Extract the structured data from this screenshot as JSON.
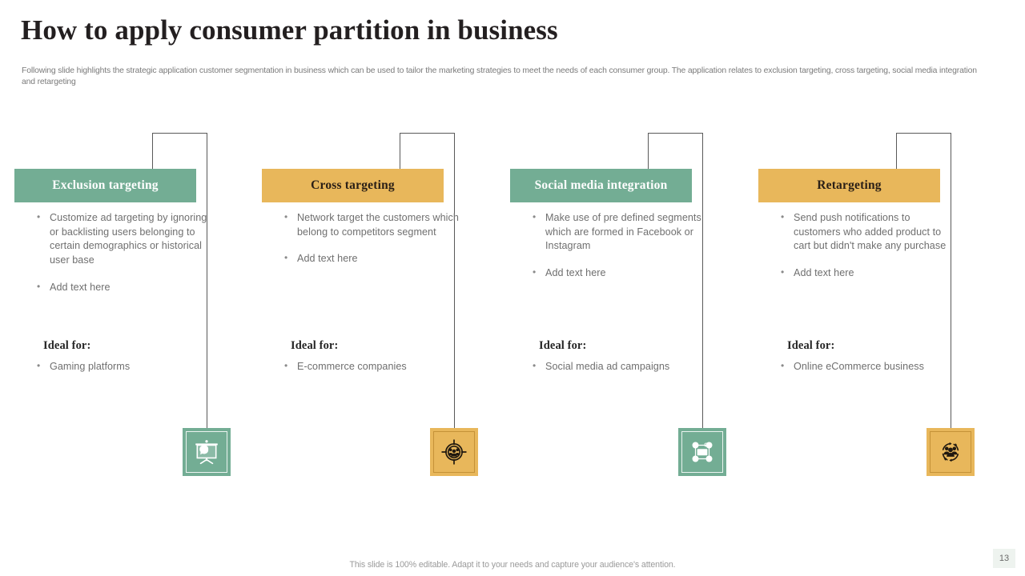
{
  "slide": {
    "title": "How to apply consumer partition in business",
    "subtitle": "Following slide highlights the strategic application customer segmentation in business which can be used to tailor the marketing strategies to meet the needs of each consumer group. The application relates to exclusion targeting, cross targeting, social media integration and retargeting",
    "footer_note": "This slide is 100% editable. Adapt it to your needs and capture your audience's attention.",
    "page_number": "13"
  },
  "colors": {
    "green": "#73AD94",
    "amber": "#E8B75B",
    "title_text": "#231F20",
    "body_text": "#6F6F6F",
    "connector": "#595959",
    "page_badge_bg": "#EEF3EF"
  },
  "columns": [
    {
      "title": "Exclusion targeting",
      "theme": "green",
      "bullets": [
        "Customize ad targeting by ignoring or backlisting users belonging to certain demographics or historical user base",
        "Add text here"
      ],
      "ideal_label": "Ideal for:",
      "ideal_items": [
        "Gaming platforms"
      ],
      "icon": "presentation-brain-icon"
    },
    {
      "title": "Cross targeting",
      "theme": "amber",
      "bullets": [
        "Network target the customers which belong to competitors segment",
        "Add text here"
      ],
      "ideal_label": "Ideal for:",
      "ideal_items": [
        "E-commerce companies"
      ],
      "icon": "target-audience-icon"
    },
    {
      "title": "Social media integration",
      "theme": "green",
      "bullets": [
        "Make use of pre defined segments which are formed in Facebook or Instagram",
        "Add text here"
      ],
      "ideal_label": "Ideal for:",
      "ideal_items": [
        "Social media ad campaigns"
      ],
      "icon": "social-network-nodes-icon"
    },
    {
      "title": "Retargeting",
      "theme": "amber",
      "bullets": [
        "Send push notifications to customers who added product to cart but didn't make any purchase",
        "Add text here"
      ],
      "ideal_label": "Ideal for:",
      "ideal_items": [
        "Online eCommerce business"
      ],
      "icon": "audience-recycle-icon"
    }
  ]
}
